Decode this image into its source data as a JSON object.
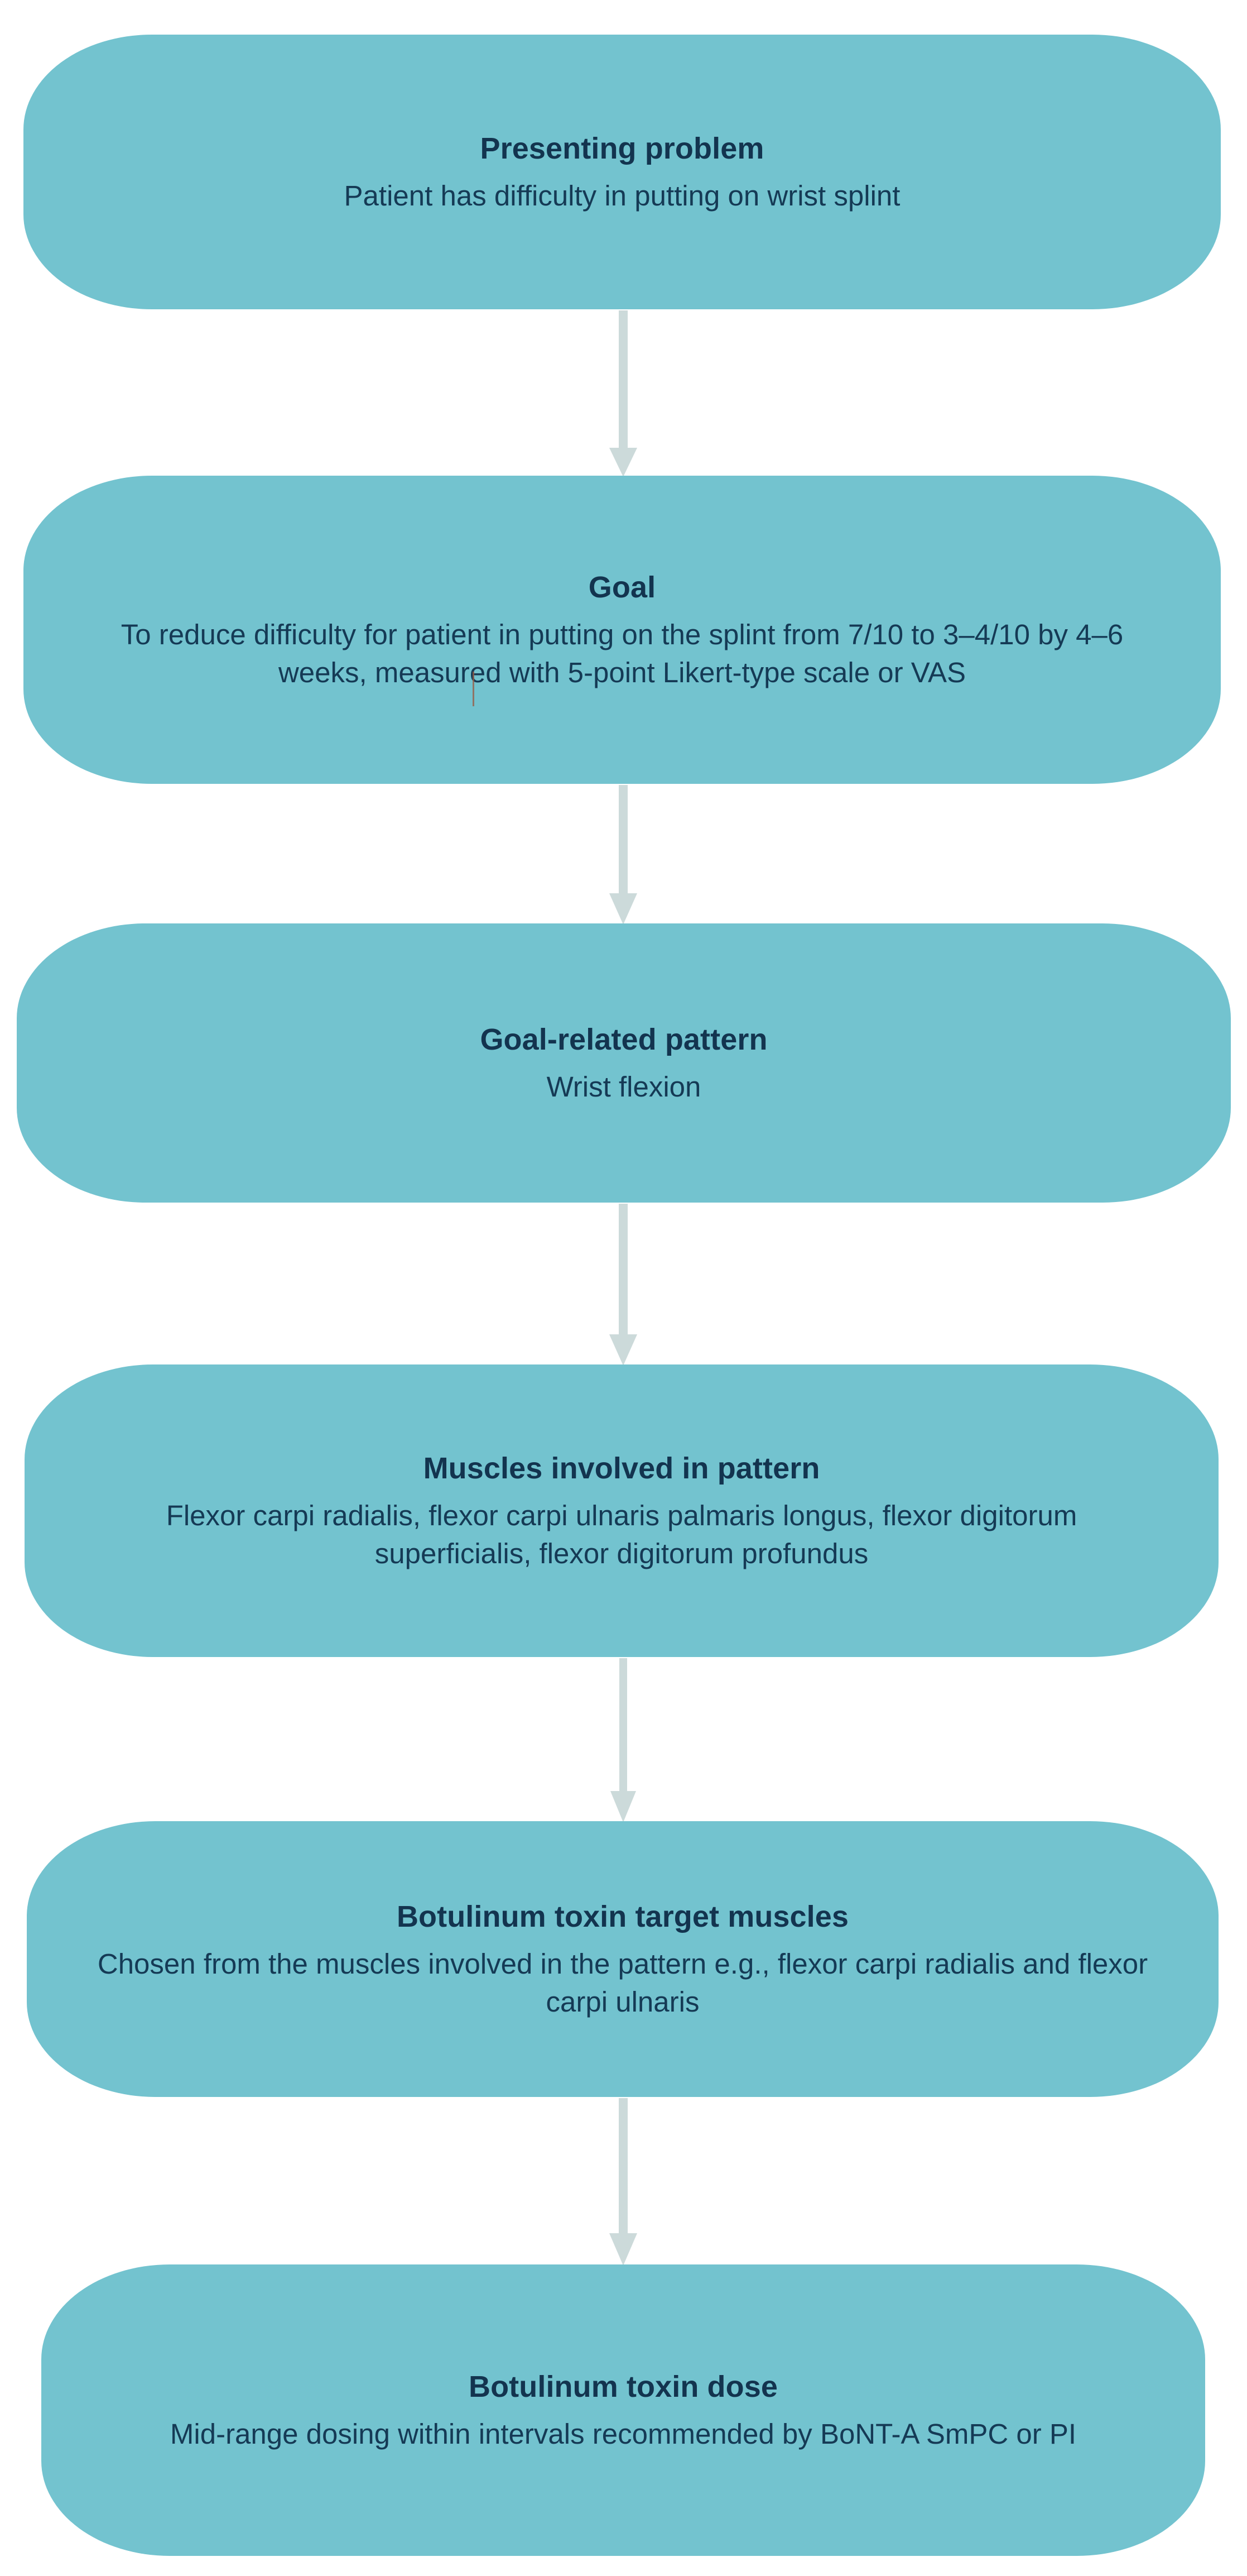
{
  "colors": {
    "node_fill": "#73c3cf",
    "node_text": "#13344f",
    "arrow": "#ccdada",
    "background": "#ffffff",
    "cursor_artifact": "#9a5a42"
  },
  "flowchart": {
    "orientation": "vertical",
    "node_shape": "rounded-pill",
    "nodes": [
      {
        "id": "presenting-problem",
        "title": "Presenting problem",
        "body": "Patient has difficulty in putting on wrist splint"
      },
      {
        "id": "goal",
        "title": "Goal",
        "body": "To reduce difficulty for patient in putting on the splint from 7/10 to 3–4/10 by 4–6 weeks, measured with 5-point Likert-type scale or VAS"
      },
      {
        "id": "goal-related-pattern",
        "title": "Goal-related pattern",
        "body": "Wrist flexion"
      },
      {
        "id": "muscles-involved-in-pattern",
        "title": "Muscles involved in pattern",
        "body": "Flexor carpi radialis, flexor carpi ulnaris palmaris longus, flexor digitorum superficialis, flexor digitorum profundus"
      },
      {
        "id": "botulinum-toxin-target-muscles",
        "title": "Botulinum toxin target muscles",
        "body": "Chosen from the muscles involved in the pattern e.g., flexor carpi radialis and flexor carpi ulnaris"
      },
      {
        "id": "botulinum-toxin-dose",
        "title": "Botulinum toxin dose",
        "body": "Mid-range dosing within intervals recommended by BoNT-A SmPC or PI"
      }
    ],
    "connectors": [
      {
        "id": "connector-1",
        "from": "presenting-problem",
        "to": "goal",
        "type": "arrow-down"
      },
      {
        "id": "connector-2",
        "from": "goal",
        "to": "goal-related-pattern",
        "type": "arrow-down"
      },
      {
        "id": "connector-3",
        "from": "goal-related-pattern",
        "to": "muscles-involved-in-pattern",
        "type": "arrow-down"
      },
      {
        "id": "connector-4",
        "from": "muscles-involved-in-pattern",
        "to": "botulinum-toxin-target-muscles",
        "type": "arrow-down"
      },
      {
        "id": "connector-5",
        "from": "botulinum-toxin-target-muscles",
        "to": "botulinum-toxin-dose",
        "type": "arrow-down"
      }
    ]
  }
}
